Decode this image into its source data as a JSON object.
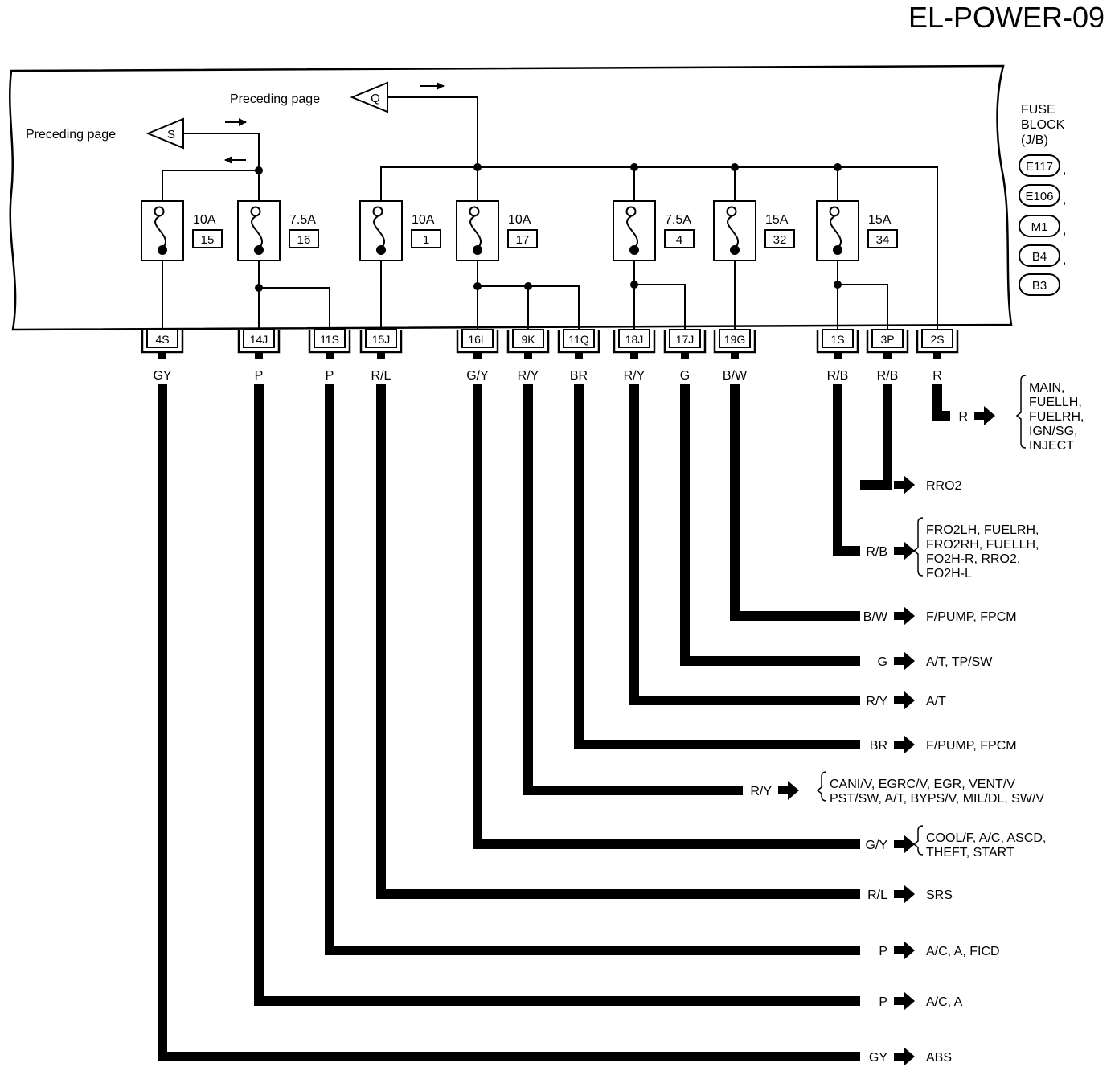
{
  "page_title": "EL-POWER-09",
  "fuse_block": {
    "title_lines": [
      "FUSE",
      "BLOCK",
      "(J/B)"
    ],
    "connectors": [
      "E117",
      "E106",
      "M1",
      "B4",
      "B3"
    ]
  },
  "preceding": [
    {
      "label": "Preceding page",
      "tag": "S"
    },
    {
      "label": "Preceding page",
      "tag": "Q"
    }
  ],
  "fuses": [
    {
      "amp": "10A",
      "num": "15"
    },
    {
      "amp": "7.5A",
      "num": "16"
    },
    {
      "amp": "10A",
      "num": "1"
    },
    {
      "amp": "10A",
      "num": "17"
    },
    {
      "amp": "7.5A",
      "num": "4"
    },
    {
      "amp": "15A",
      "num": "32"
    },
    {
      "amp": "15A",
      "num": "34"
    }
  ],
  "terminals": [
    {
      "id": "4S",
      "color": "GY"
    },
    {
      "id": "14J",
      "color": "P"
    },
    {
      "id": "11S",
      "color": "P"
    },
    {
      "id": "15J",
      "color": "R/L"
    },
    {
      "id": "16L",
      "color": "G/Y"
    },
    {
      "id": "9K",
      "color": "R/Y"
    },
    {
      "id": "11Q",
      "color": "BR"
    },
    {
      "id": "18J",
      "color": "R/Y"
    },
    {
      "id": "17J",
      "color": "G"
    },
    {
      "id": "19G",
      "color": "B/W"
    },
    {
      "id": "1S",
      "color": "R/B"
    },
    {
      "id": "3P",
      "color": "R/B"
    },
    {
      "id": "2S",
      "color": "R"
    }
  ],
  "outputs": [
    {
      "wire": "R",
      "lines": [
        "MAIN,",
        "FUELLH,",
        "FUELRH,",
        "IGN/SG,",
        "INJECT"
      ]
    },
    {
      "wire": "R/B",
      "lines": [
        "RRO2"
      ]
    },
    {
      "wire": "R/B",
      "lines": [
        "FRO2LH, FUELRH,",
        "FRO2RH, FUELLH,",
        "FO2H-R, RRO2,",
        "FO2H-L"
      ]
    },
    {
      "wire": "B/W",
      "lines": [
        "F/PUMP, FPCM"
      ]
    },
    {
      "wire": "G",
      "lines": [
        "A/T, TP/SW"
      ]
    },
    {
      "wire": "R/Y",
      "lines": [
        "A/T"
      ]
    },
    {
      "wire": "BR",
      "lines": [
        "F/PUMP, FPCM"
      ]
    },
    {
      "wire": "R/Y",
      "lines": [
        "CANI/V, EGRC/V, EGR, VENT/V",
        "PST/SW, A/T, BYPS/V, MIL/DL, SW/V"
      ]
    },
    {
      "wire": "G/Y",
      "lines": [
        "COOL/F, A/C, ASCD,",
        "THEFT, START"
      ]
    },
    {
      "wire": "R/L",
      "lines": [
        "SRS"
      ]
    },
    {
      "wire": "P",
      "lines": [
        "A/C, A, FICD"
      ]
    },
    {
      "wire": "P",
      "lines": [
        "A/C, A"
      ]
    },
    {
      "wire": "GY",
      "lines": [
        "ABS"
      ]
    }
  ]
}
